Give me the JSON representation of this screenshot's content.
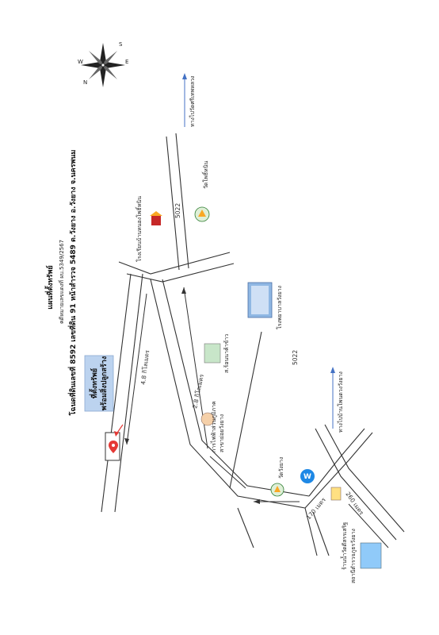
{
  "title": "แผนที่ตั้งทรัพย์",
  "case_line": "คดีหมายเลขแดงที่ ผบ.5349/2567",
  "land_line": "โฉนดที่ดินเลขที่ 8592 เลขที่ดิน 91 หน้าสำรวจ 5489 ต.วังยาง อ.วังยาง จ.นครพนม",
  "property_label_1": "ที่ตั้งทรัพย์",
  "property_label_2": "พร้อมสิ่งปลูกสร้าง",
  "landmarks": {
    "school": "โรงเรียนบ้านหนองโพธิ์หนิน",
    "temple_top": "วัดโพธิ์หนิน",
    "hospital": "โรงพยาบาลวังยาง",
    "sports_field": "ส.ร้อนนาค้าข้าว",
    "district_office_1": "การไฟฟ้าส่วนภูมิภาค",
    "district_office_2": "สาขาย่อยวังยาง",
    "temple_bottom": "วัดวังยาง",
    "shop_1": "ร้านน้ำวัดดีสรรเสริฐ",
    "shop_2": "สถานีตำรวจภูธรวังยาง"
  },
  "roads": {
    "route_5022_top": "5022",
    "route_5022_mid": "5022",
    "dist_48": "4.8 กิโลเมตร",
    "dist_28": "2.8 กิโลเมตร",
    "dist_170": "170 เมตร",
    "dist_260": "260 เมตร"
  },
  "directions": {
    "to_top": "ทางไปวัดศรีเทพหลวง",
    "to_right": "ทางไปบ้านโพนดวงวังยาง"
  },
  "compass": {
    "n": "N",
    "s": "S",
    "e": "E",
    "w": "W"
  },
  "colors": {
    "marker": "#e53935",
    "property_box": "#bcd3ef",
    "direction_arrow": "#4472c4"
  }
}
